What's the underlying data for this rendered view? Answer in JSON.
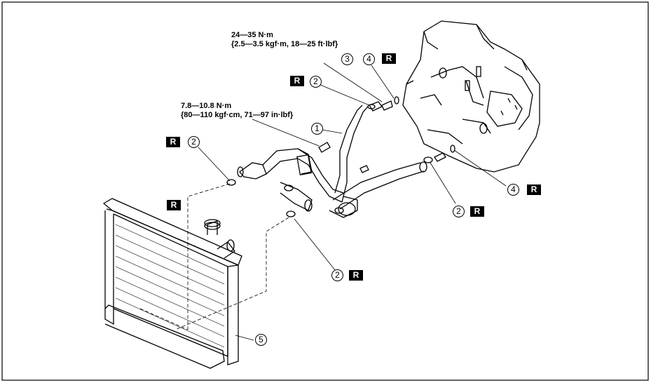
{
  "torque_specs": {
    "fitting": {
      "line1": "24—35 N·m",
      "line2": "{2.5—3.5 kgf·m, 18—25 ft·lbf}"
    },
    "bolt": {
      "line1": "7.8—10.8 N·m",
      "line2": "{80—110 kgf·cm, 71—97 in·lbf}"
    }
  },
  "callouts": {
    "pipe": "1",
    "clamp": "2",
    "fitting": "3",
    "washer": "4",
    "radiator": "5"
  },
  "replace_mark": "R"
}
